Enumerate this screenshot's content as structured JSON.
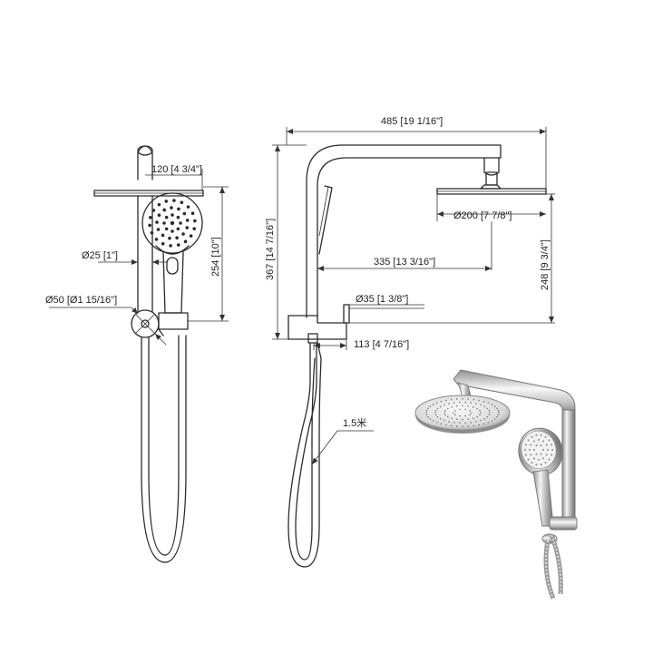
{
  "dimensions": {
    "hand_shower_width": "120 [4 3/4\"]",
    "hand_rail_height": "254 [10\"]",
    "rail_diameter": "Ø25 [1\"]",
    "bracket_diameter": "Ø50 [Ø1 15/16\"]",
    "arm_reach": "485 [19 1/16\"]",
    "overhead_diameter": "Ø200 [7 7/8\"]",
    "overall_height": "367 [14 7/16\"]",
    "head_offset": "335 [13 3/16\"]",
    "right_height": "248 [9 3/4\"]",
    "inlet_diameter": "Ø35 [1 3/8\"]",
    "inlet_offset": "113 [4 7/16\"]",
    "hose_length": "1.5米"
  },
  "colors": {
    "line": "#2b2b2b",
    "chrome_light": "#f2f2f2",
    "chrome_dark": "#9a9a9a"
  }
}
